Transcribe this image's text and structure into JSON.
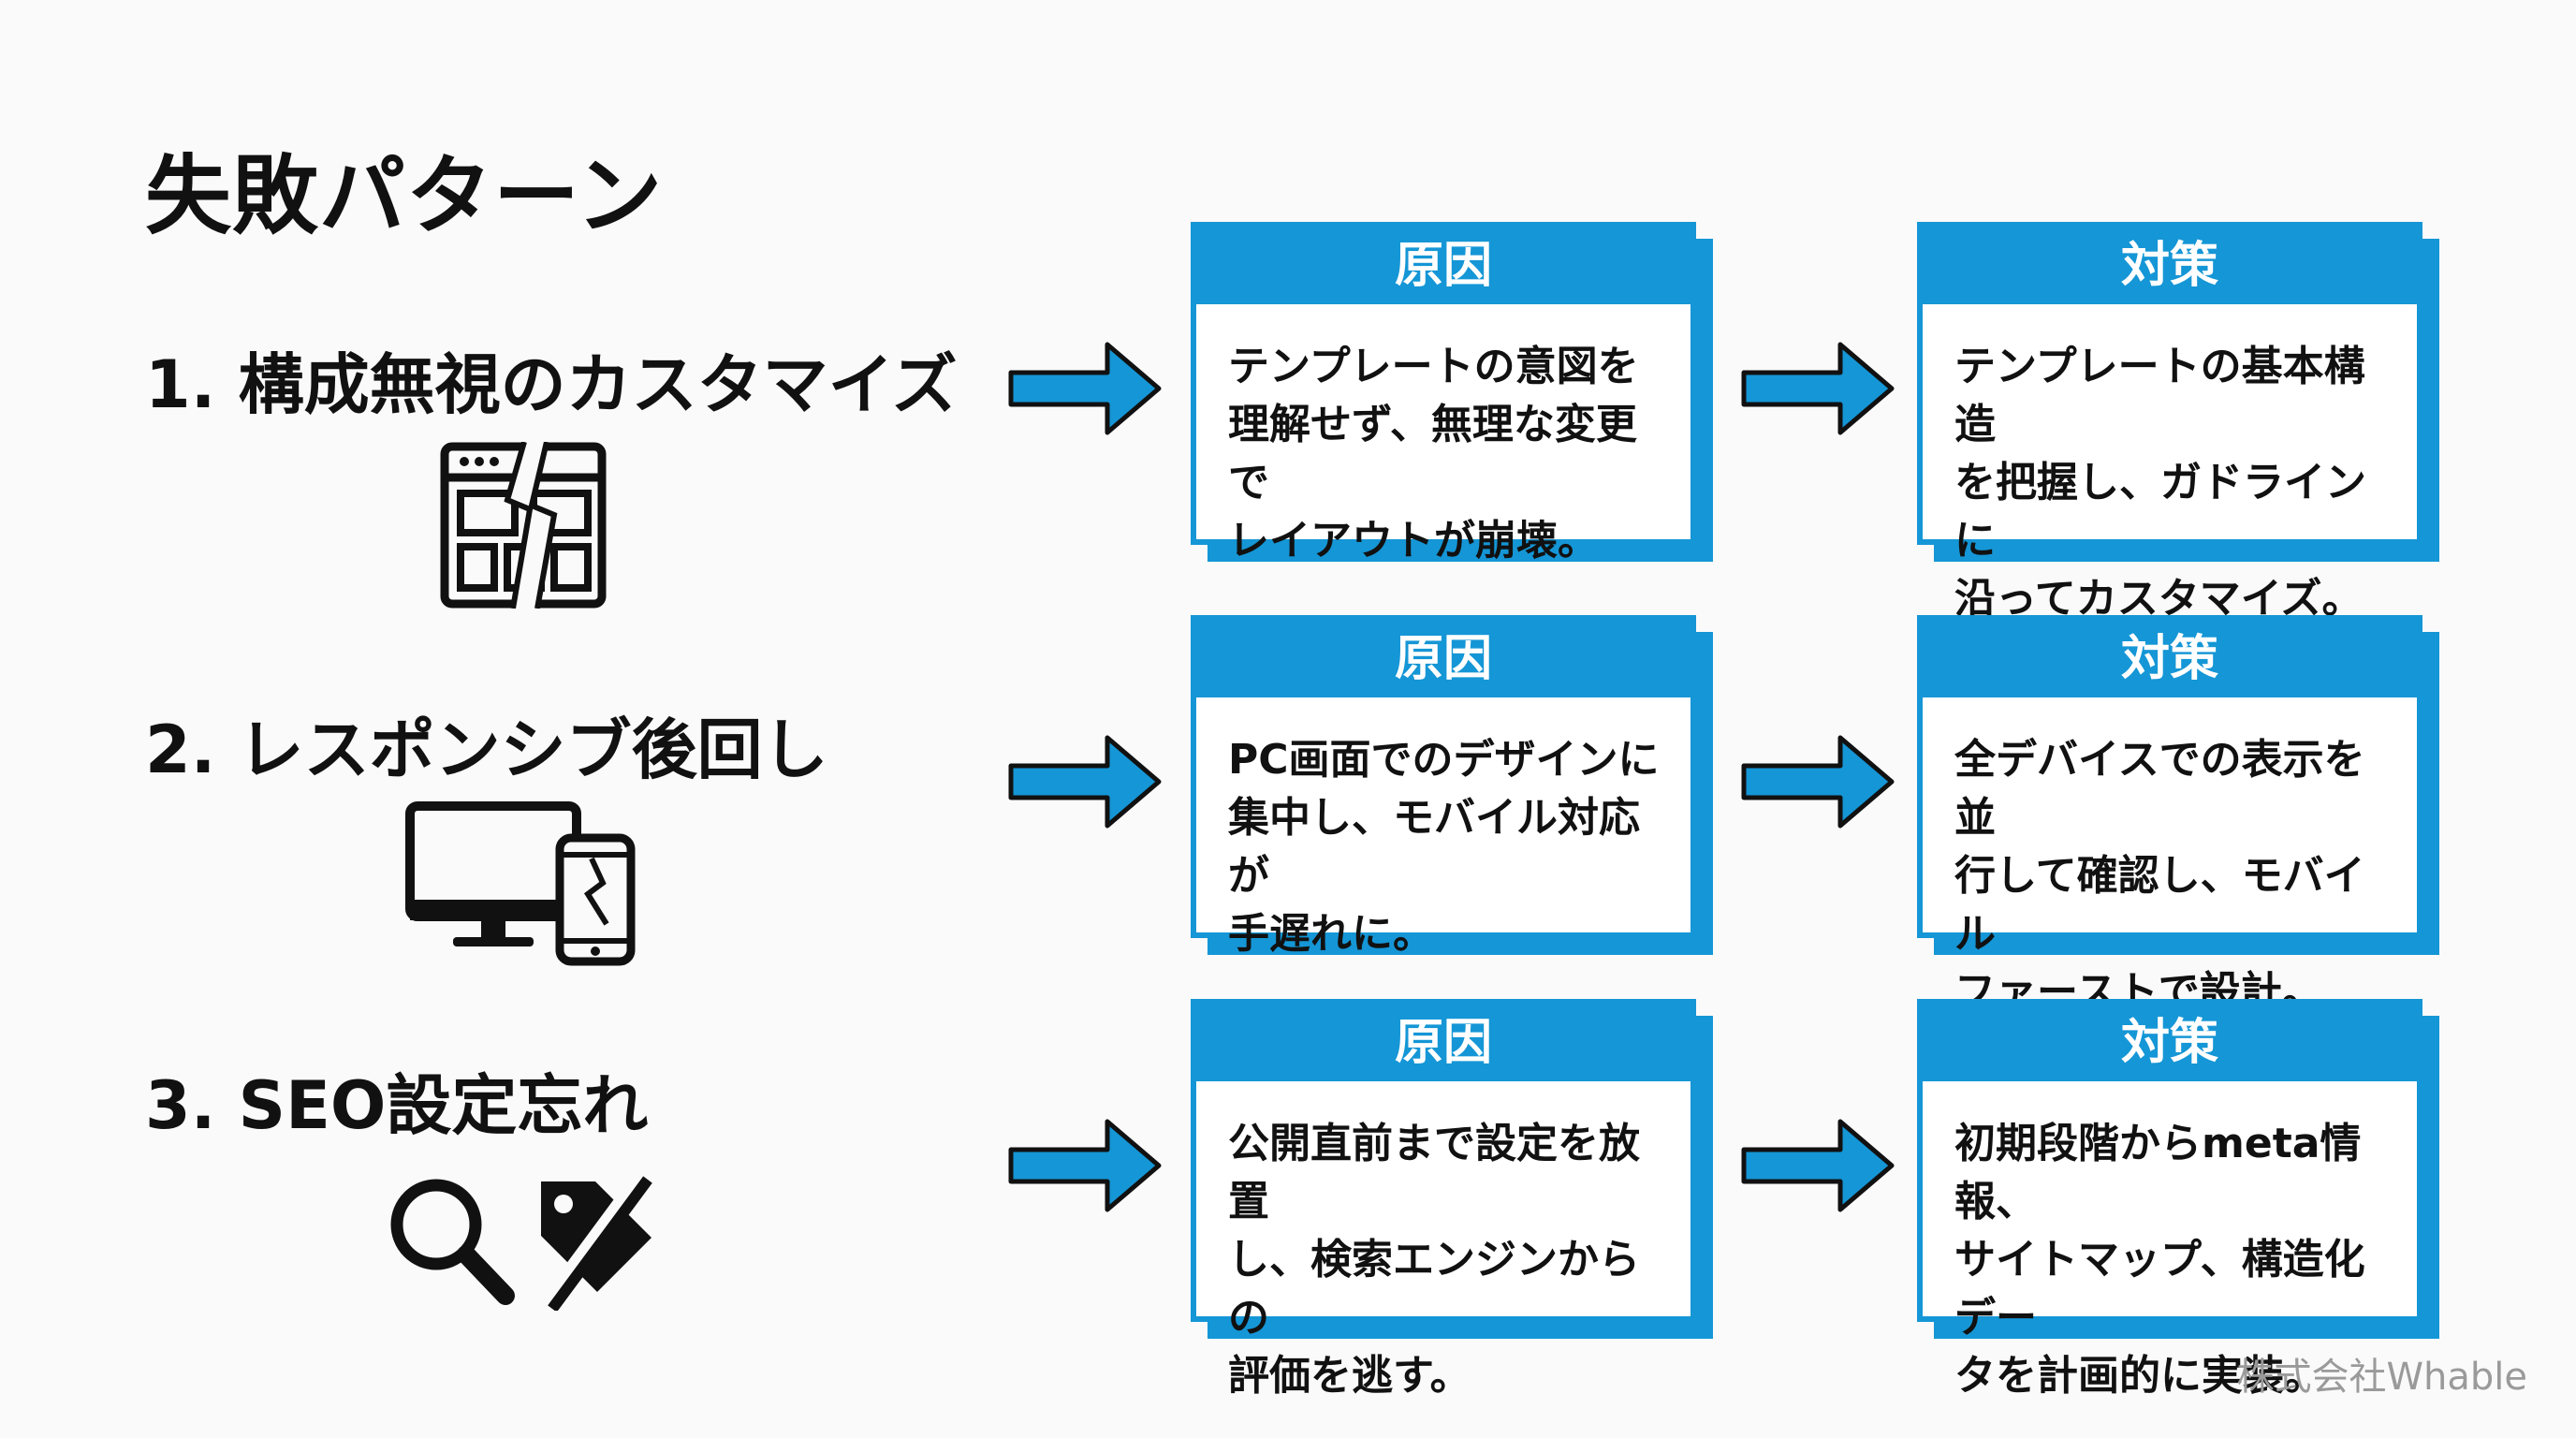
{
  "title": "失敗パターン",
  "colors": {
    "accent": "#1596d6",
    "text": "#111111",
    "background": "#fafafa",
    "footer": "#9a9a9a"
  },
  "rows": [
    {
      "label": "1. 構成無視のカスタマイズ",
      "icon": "broken-layout-icon",
      "cause": {
        "header": "原因",
        "text": "テンプレートの意図を\n理解せず、無理な変更で\nレイアウトが崩壊。"
      },
      "solution": {
        "header": "対策",
        "text": "テンプレートの基本構造\nを把握し、ガドラインに\n沿ってカスタマイズ。"
      }
    },
    {
      "label": "2. レスポンシブ後回し",
      "icon": "monitor-broken-phone-icon",
      "cause": {
        "header": "原因",
        "text": "PC画面でのデザインに\n集中し、モバイル対応が\n手遅れに。"
      },
      "solution": {
        "header": "対策",
        "text": "全デバイスでの表示を並\n行して確認し、モバイル\nファーストで設計。"
      }
    },
    {
      "label": "3. SEO設定忘れ",
      "icon": "search-crossed-tag-icon",
      "cause": {
        "header": "原因",
        "text": "公開直前まで設定を放置\nし、検索エンジンからの\n評価を逃す。"
      },
      "solution": {
        "header": "対策",
        "text": "初期段階からmeta情報、\nサイトマップ、構造化デー\nタを計画的に実装。"
      }
    }
  ],
  "footer": "株式会社Whable"
}
